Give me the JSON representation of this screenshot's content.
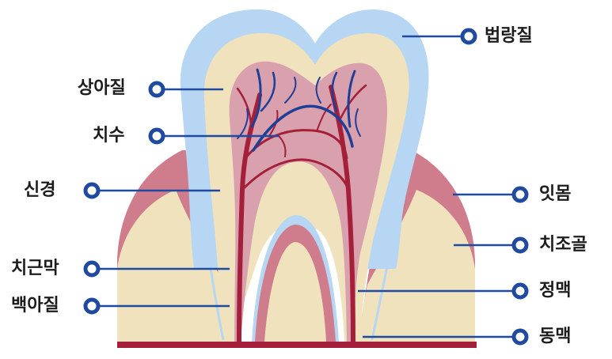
{
  "colors": {
    "enamel": "#b6d6f3",
    "dentin": "#efe2bd",
    "pulp": "#d9a0ad",
    "gum": "#cf7d8c",
    "bone": "#efe2bd",
    "artery": "#a41f3a",
    "vein": "#1f3f97",
    "leader": "#1f4aa0"
  },
  "labels": {
    "enamel": "법랑질",
    "dentin": "상아질",
    "pulp": "치수",
    "nerve": "신경",
    "gum": "잇몸",
    "alveolar_bone": "치조골",
    "periodontal_ligament": "치근막",
    "cementum": "백아질",
    "vein": "정맥",
    "artery": "동맥"
  }
}
